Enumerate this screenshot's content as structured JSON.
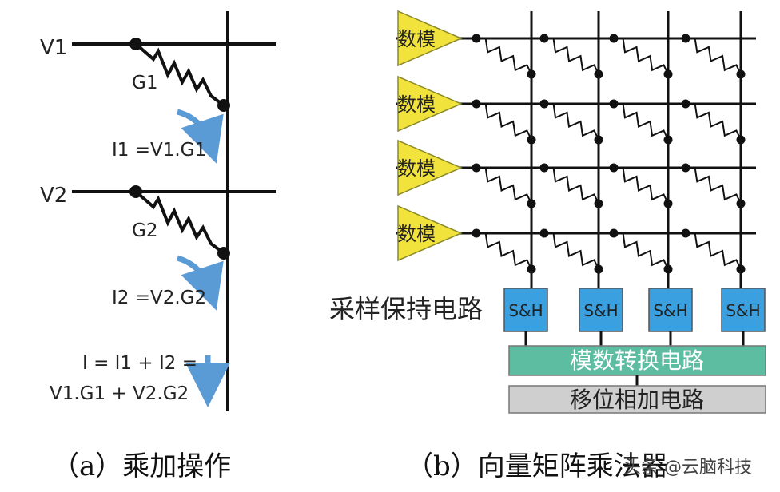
{
  "panel_a": {
    "labels": {
      "v1": "V1",
      "v2": "V2",
      "g1": "G1",
      "g2": "G2",
      "i1": "I1 =V1.G1",
      "i2": "I2 =V2.G2",
      "sum_line1": "I = I1 + I2 =",
      "sum_line2": "V1.G1 + V2.G2"
    },
    "caption": "（a）乘加操作"
  },
  "panel_b": {
    "dac_label": "数模",
    "sample_hold_title": "采样保持电路",
    "sh_label": "S&H",
    "adc_label": "模数转换电路",
    "shift_add_label": "移位相加电路",
    "caption": "（b）向量矩阵乘法器"
  },
  "watermark": "头条 @云脑科技",
  "colors": {
    "line": "#111111",
    "arrow_blue": "#5b9bd5",
    "dac_fill": "#f2e33c",
    "sh_fill": "#3aa0e0",
    "adc_fill": "#5dbda0",
    "shift_fill": "#cfcfcf"
  }
}
